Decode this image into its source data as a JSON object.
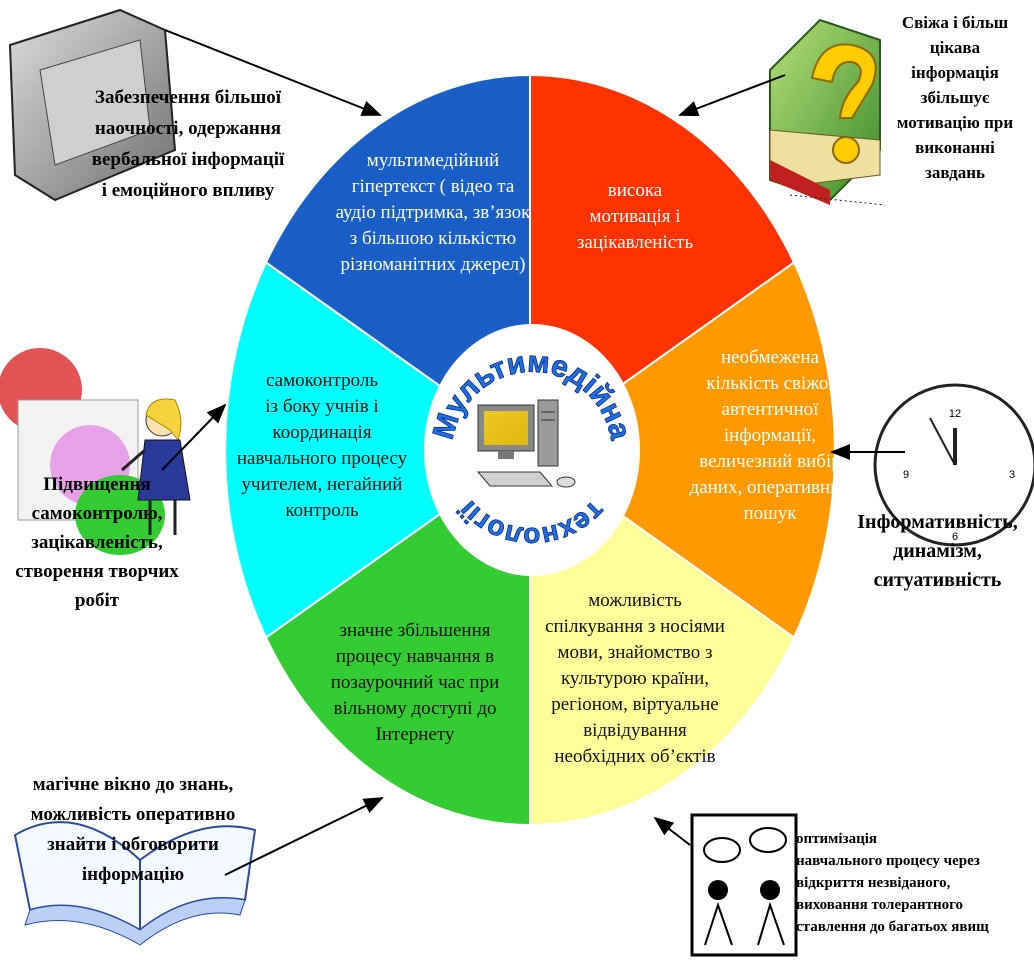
{
  "center": {
    "title_top": "Мультимедійна",
    "title_bottom": "технології"
  },
  "segments": [
    {
      "id": "blue",
      "color": "#1a5fc7",
      "text": "мультимедійний\nгіпертекст ( відео та\nаудіо підтримка, зв’язок\nз більшою кількістю\nрізноманітних джерел)"
    },
    {
      "id": "red",
      "color": "#ff3300",
      "text": "висока\nмотивація і\nзацікавленість"
    },
    {
      "id": "orange",
      "color": "#ff9900",
      "text": "необмежена\nкількість свіжої\nавтентичної\nінформації,\nвеличезний вибір\nданих, оперативний\nпошук"
    },
    {
      "id": "yellow",
      "color": "#ffff99",
      "text": "можливість\nспілкування з носіями\nмови, знайомство з\nкультурою країни,\nрегіоном, віртуальне\nвідвідування\nнеобхідних об’єктів"
    },
    {
      "id": "green",
      "color": "#33cc33",
      "text": "значне збільшення\nпроцесу навчання в\nпозаурочний час при\nвільному доступі до\nІнтернету"
    },
    {
      "id": "cyan",
      "color": "#00ffff",
      "text": "самоконтроль\nіз боку учнів і\nкоординація\nнавчального процесу\nучителем, негайний\nконтроль"
    }
  ],
  "callouts": {
    "top_left": "Забезпечення більшої\nнаочності, одержання\nвербальної інформації\nі емоційного впливу",
    "top_right": "Свіжа і більш\nцікава\nінформація\nзбільшує\nмотивацію при\nвиконанні\nзавдань",
    "mid_left": "Підвищення\nсамоконтролю,\nзацікавленість,\nстворення творчих\nробіт",
    "mid_right": "Інформативність,\nдинамізм,\nситуативність",
    "bottom_left": "магічне вікно до знань,\nможливість оперативно\nзнайти і обговорити\nінформацію",
    "bottom_right": "оптимізація\nнавчального процесу через\nвідкриття незвіданого,\nвиховання толерантного\nставлення до багатьох явищ"
  },
  "clock_numbers": {
    "n12": "12",
    "n9": "9",
    "n3": "3",
    "n6": "6"
  }
}
